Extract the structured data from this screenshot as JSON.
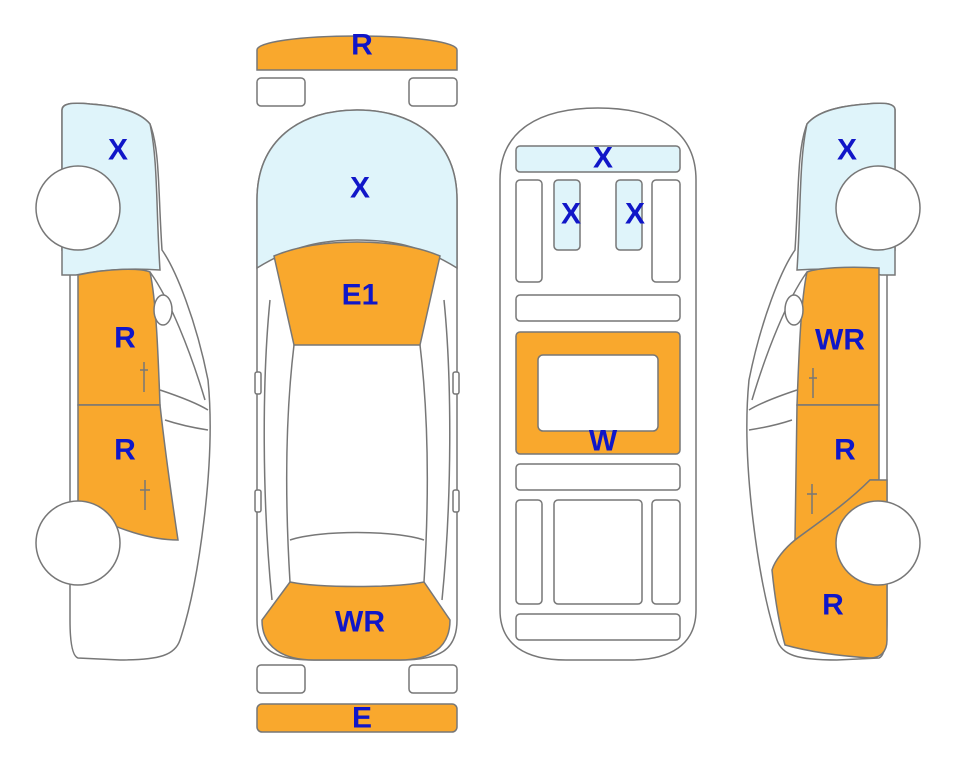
{
  "colors": {
    "repaired": "#F9A82D",
    "glass": "#DFF4FA",
    "outline": "#777777",
    "label": "#1016C8"
  },
  "codes": {
    "front_bumper": "R",
    "rear_bumper": "E",
    "windshield": "X",
    "hood": "E1",
    "trunk": "WR",
    "roof_front": "X",
    "roof_left": "X",
    "roof_right": "X",
    "roof_panel": "W",
    "left_glass": "X",
    "left_front_door": "R",
    "left_rear_door": "R",
    "right_glass": "X",
    "right_front_door": "WR",
    "right_rear_door": "R",
    "right_rear_quarter": "R"
  }
}
